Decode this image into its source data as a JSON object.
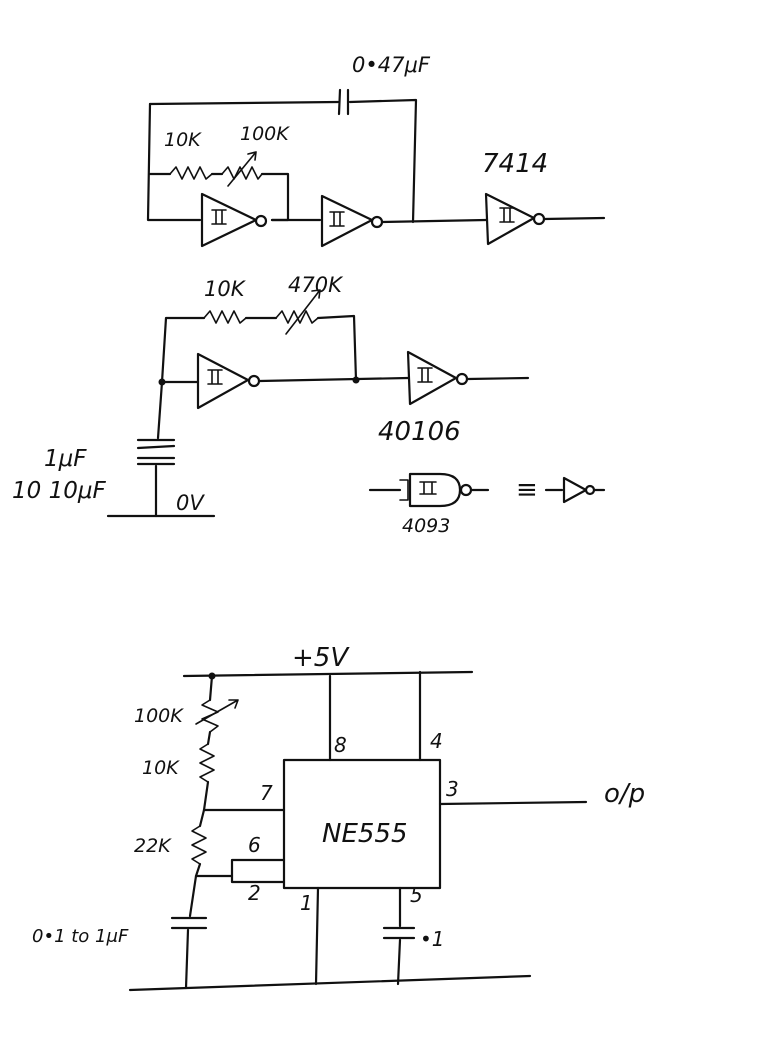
{
  "colors": {
    "ink": "#111111",
    "paper": "#ffffff"
  },
  "circuit_7414": {
    "capacitor_label": "0•47μF",
    "resistor_fixed_label": "10K",
    "resistor_variable_label": "100K",
    "chip_label": "7414"
  },
  "circuit_40106": {
    "resistor_fixed_label": "10K",
    "resistor_variable_label": "470K",
    "capacitor_label_line1": "1μF",
    "capacitor_label_line2": "10 10μF",
    "ground_label": "0V",
    "chip_label": "40106"
  },
  "circuit_4093": {
    "chip_label": "4093",
    "equivalence_symbol": "≡"
  },
  "circuit_ne555": {
    "supply_label": "+5V",
    "chip_label": "NE555",
    "resistor_variable_label": "100K",
    "resistor_fixed_label": "10K",
    "resistor_2_label": "22K",
    "timing_capacitor_label": "0•1 to 1μF",
    "control_capacitor_label": "•1",
    "output_label": "o/p",
    "pins": {
      "p1": "1",
      "p2": "2",
      "p3": "3",
      "p4": "4",
      "p5": "5",
      "p6": "6",
      "p7": "7",
      "p8": "8"
    }
  }
}
